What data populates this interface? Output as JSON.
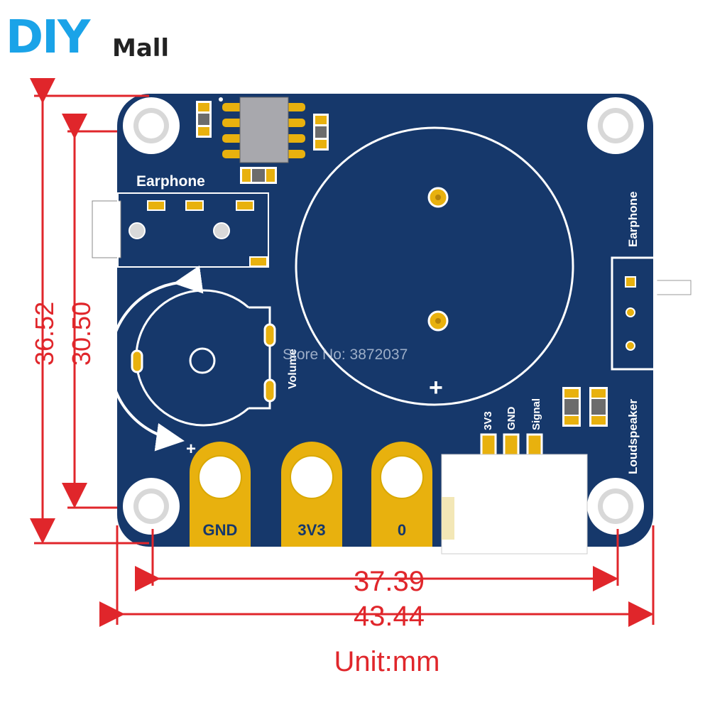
{
  "logo": {
    "brand": "DIY",
    "suffix": "Mall"
  },
  "watermark": "Store No: 3872037",
  "silkscreen": {
    "earphone_top": "Earphone",
    "earphone_side": "Earphone",
    "volume": "Volume",
    "loudspeaker": "Loudspeaker",
    "minus": "-",
    "plus": "+",
    "speaker_plus": "+",
    "pin_3v3": "3V3",
    "pin_gnd": "GND",
    "pin_signal": "Signal"
  },
  "pads": [
    "GND",
    "3V3",
    "0"
  ],
  "dimensions": {
    "outer_height": "36.52",
    "inner_height": "30.50",
    "inner_width": "37.39",
    "outer_width": "43.44",
    "unit": "Unit:mm"
  },
  "colors": {
    "pcb": "#16386b",
    "gold": "#e8b10e",
    "dimension": "#e0262b",
    "logo_blue": "#1aa3e8"
  }
}
